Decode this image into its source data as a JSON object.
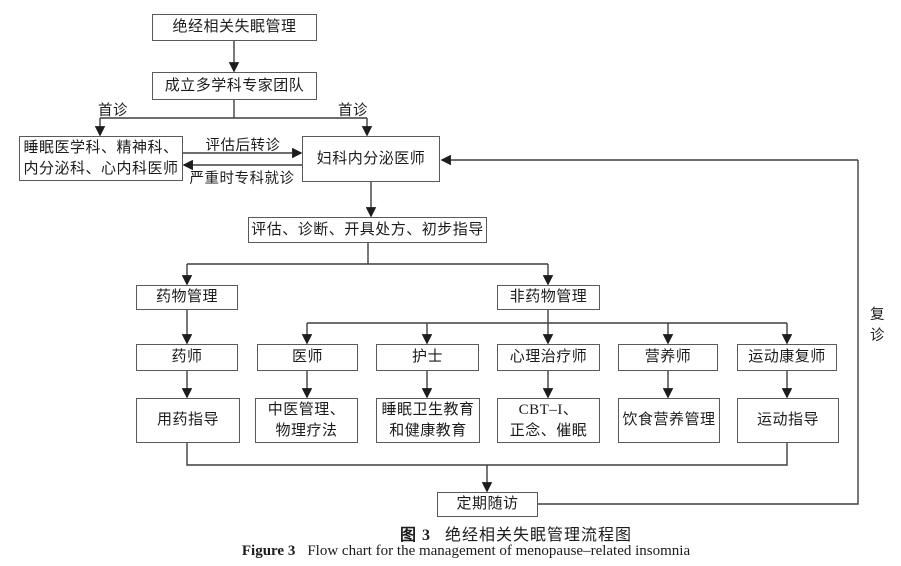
{
  "nodes": {
    "management": "绝经相关失眠管理",
    "team": "成立多学科专家团队",
    "specialists": "睡眠医学科、精神科、\n内分泌科、心内科医师",
    "gyn_endocrinologist": "妇科内分泌医师",
    "assessment": "评估、诊断、开具处方、初步指导",
    "medication_mgmt": "药物管理",
    "non_medication_mgmt": "非药物管理",
    "pharmacist": "药师",
    "physician": "医师",
    "nurse": "护士",
    "psychotherapist": "心理治疗师",
    "dietitian": "营养师",
    "exercise_rehab": "运动康复师",
    "medication_guidance": "用药指导",
    "tcm_physical": "中医管理、\n物理疗法",
    "sleep_education": "睡眠卫生教育\n和健康教育",
    "cbt": "CBT–I、\n正念、催眠",
    "diet_mgmt": "饮食营养管理",
    "exercise_guidance": "运动指导",
    "follow_up": "定期随访"
  },
  "edge_labels": {
    "first_visit_left": "首诊",
    "first_visit_right": "首诊",
    "referral_after_evaluation": "评估后转诊",
    "severe_specialist_visit": "严重时专科就诊",
    "return_visit": "复诊"
  },
  "figure_caption": {
    "zh_prefix": "图 3",
    "zh_title": "绝经相关失眠管理流程图",
    "en_prefix": "Figure 3",
    "en_title": "Flow chart for the management of menopause–related insomnia"
  },
  "colors": {
    "line": "#3e3e3e",
    "arrowhead": "#1d1d1d",
    "box_border": "#5a5a5a",
    "text": "#1c1c1c",
    "background": "#ffffff"
  }
}
